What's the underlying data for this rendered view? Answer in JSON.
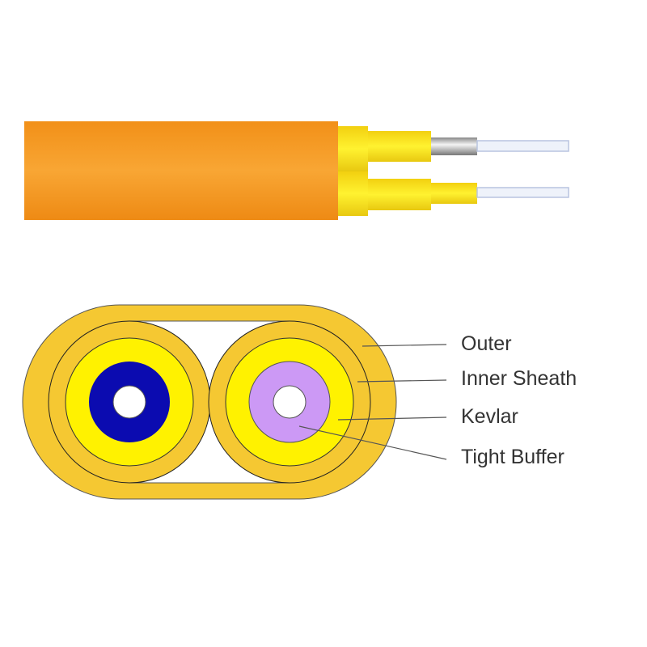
{
  "labels": {
    "outer": "Outer",
    "inner_sheath": "Inner Sheath",
    "kevlar": "Kevlar",
    "tight_buffer": "Tight Buffer"
  },
  "colors": {
    "jacket_orange": "#F7A12A",
    "outer_yellow": "#F5C832",
    "kevlar_yellow": "#FFF200",
    "buffer_blue": "#0B0BB0",
    "buffer_violet": "#CC99F5"
  }
}
